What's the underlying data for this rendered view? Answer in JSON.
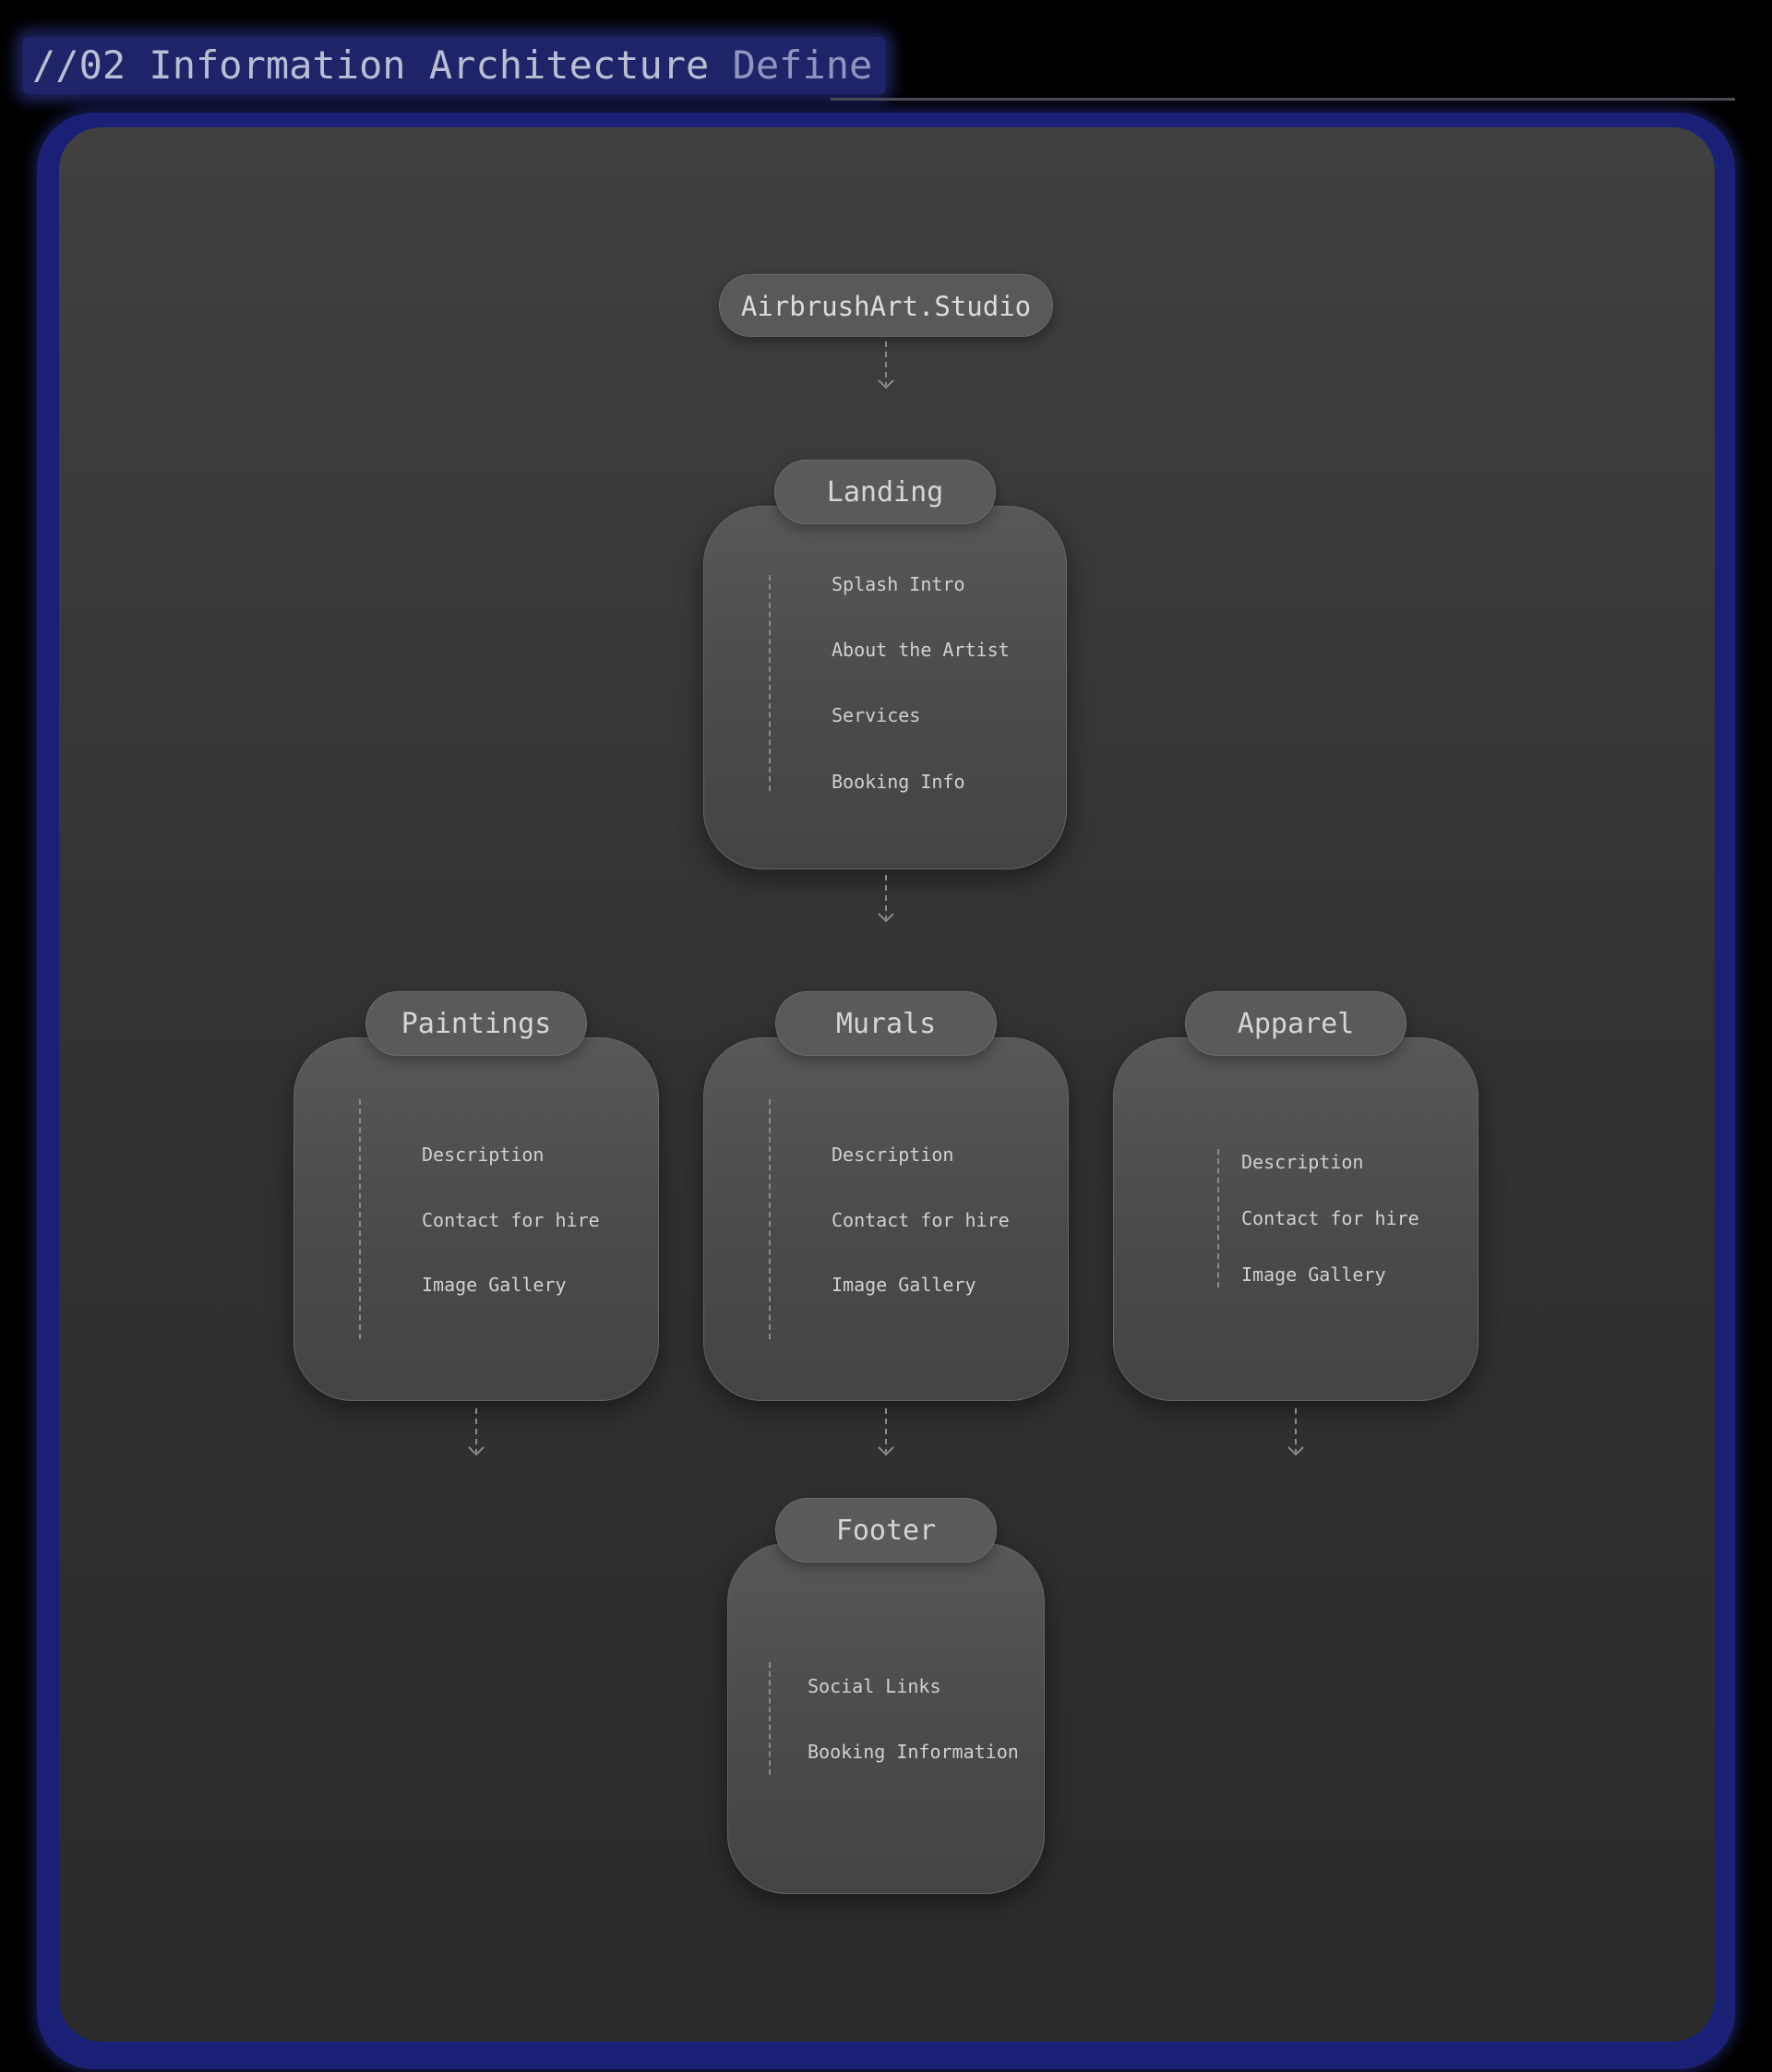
{
  "header": {
    "title_main": "//02 Information Architecture",
    "title_accent": " Define"
  },
  "root": {
    "label": "AirbrushArt.Studio"
  },
  "landing": {
    "label": "Landing",
    "items": [
      "Splash Intro",
      "About the Artist",
      "Services",
      "Booking Info"
    ]
  },
  "sections": [
    {
      "label": "Paintings",
      "items": [
        "Description",
        "Contact for hire",
        "Image Gallery"
      ]
    },
    {
      "label": "Murals",
      "items": [
        "Description",
        "Contact for hire",
        "Image Gallery"
      ]
    },
    {
      "label": "Apparel",
      "items": [
        "Description",
        "Contact for hire",
        "Image Gallery"
      ]
    }
  ],
  "footer": {
    "label": "Footer",
    "items": [
      "Social Links",
      "Booking Information"
    ]
  },
  "colors": {
    "background": "#000000",
    "frame_border": "#1b2077",
    "title_highlight": "#1f2468",
    "canvas": "#333333",
    "card": "#4f4f4f",
    "text": "#d0d0d0",
    "connector": "#8a8a8a"
  }
}
